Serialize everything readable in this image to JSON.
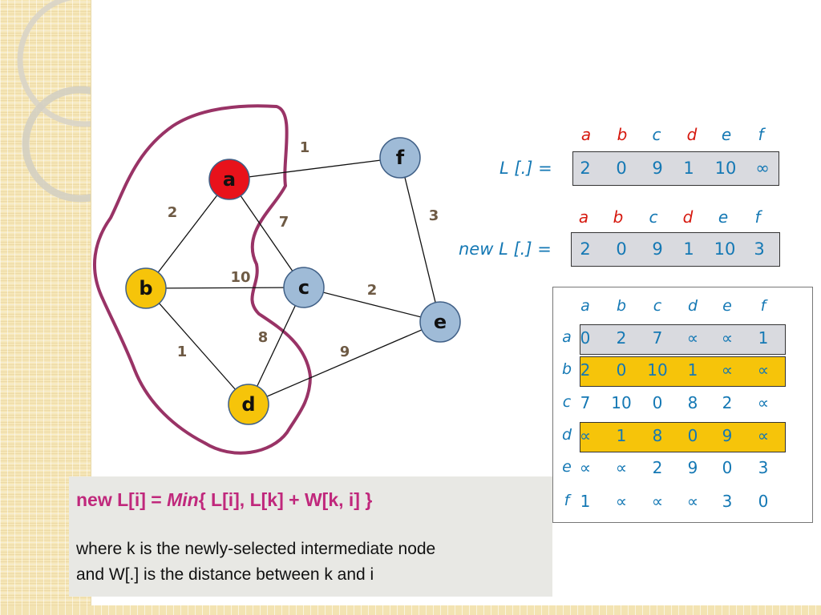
{
  "graph": {
    "nodes": [
      {
        "id": "a",
        "label": "a",
        "fill": "#e8121b",
        "text": "#111111"
      },
      {
        "id": "b",
        "label": "b",
        "fill": "#f6c40a",
        "text": "#111111"
      },
      {
        "id": "c",
        "label": "c",
        "fill": "#9fbbd7",
        "text": "#111111"
      },
      {
        "id": "d",
        "label": "d",
        "fill": "#f6c40a",
        "text": "#111111"
      },
      {
        "id": "e",
        "label": "e",
        "fill": "#9fbbd7",
        "text": "#111111"
      },
      {
        "id": "f",
        "label": "f",
        "fill": "#9fbbd7",
        "text": "#111111"
      }
    ],
    "edges": [
      {
        "from": "a",
        "to": "f",
        "weight": "1"
      },
      {
        "from": "a",
        "to": "b",
        "weight": "2"
      },
      {
        "from": "a",
        "to": "c",
        "weight": "7"
      },
      {
        "from": "f",
        "to": "e",
        "weight": "3"
      },
      {
        "from": "b",
        "to": "c",
        "weight": "10"
      },
      {
        "from": "c",
        "to": "e",
        "weight": "2"
      },
      {
        "from": "b",
        "to": "d",
        "weight": "1"
      },
      {
        "from": "c",
        "to": "d",
        "weight": "8"
      },
      {
        "from": "d",
        "to": "e",
        "weight": "9"
      }
    ],
    "outline_color": "#993366"
  },
  "l_table": {
    "label": "L [.] =",
    "headers": [
      "a",
      "b",
      "c",
      "d",
      "e",
      "f"
    ],
    "values": [
      "2",
      "0",
      "9",
      "1",
      "10",
      "∞"
    ]
  },
  "new_l_table": {
    "label": "new L [.] =",
    "headers": [
      "a",
      "b",
      "c",
      "d",
      "e",
      "f"
    ],
    "values": [
      "2",
      "0",
      "9",
      "1",
      "10",
      "3"
    ]
  },
  "matrix": {
    "col_headers": [
      "a",
      "b",
      "c",
      "d",
      "e",
      "f"
    ],
    "rows": [
      {
        "label": "a",
        "values": [
          "0",
          "2",
          "7",
          "∝",
          "∝",
          "1"
        ],
        "highlight": "gray"
      },
      {
        "label": "b",
        "values": [
          "2",
          "0",
          "10",
          "1",
          "∝",
          "∝"
        ],
        "highlight": "yellow"
      },
      {
        "label": "c",
        "values": [
          "7",
          "10",
          "0",
          "8",
          "2",
          "∝"
        ],
        "highlight": ""
      },
      {
        "label": "d",
        "values": [
          "∝",
          "1",
          "8",
          "0",
          "9",
          "∝"
        ],
        "highlight": "yellow"
      },
      {
        "label": "e",
        "values": [
          "∝",
          "∝",
          "2",
          "9",
          "0",
          "3"
        ],
        "highlight": ""
      },
      {
        "label": "f",
        "values": [
          "1",
          "∝",
          "∝",
          "∝",
          "3",
          "0"
        ],
        "highlight": ""
      }
    ]
  },
  "formula": {
    "part1": "new L[i] = ",
    "part2": "Min",
    "part3": "{ L[i],  L[k] + W[k, i] }"
  },
  "note": {
    "line1": "where k is the newly-selected intermediate node",
    "line2": "and W[.] is the distance between k and i"
  },
  "colors": {
    "header_red": "#d6180e",
    "text_blue": "#1478b4",
    "highlight_yellow": "#f6c40a",
    "highlight_gray": "#d9dadf",
    "formula_magenta": "#c0287c"
  }
}
